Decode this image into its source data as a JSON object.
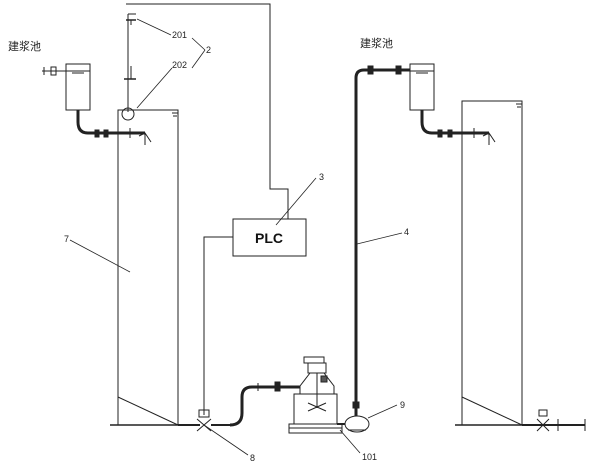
{
  "labels": {
    "pool_left": "建浆池",
    "pool_right": "建浆池",
    "l201": "201",
    "l202": "202",
    "l2": "2",
    "l3": "3",
    "l4": "4",
    "l7": "7",
    "l8": "8",
    "l9": "9",
    "l101": "101",
    "plc": "PLC"
  }
}
